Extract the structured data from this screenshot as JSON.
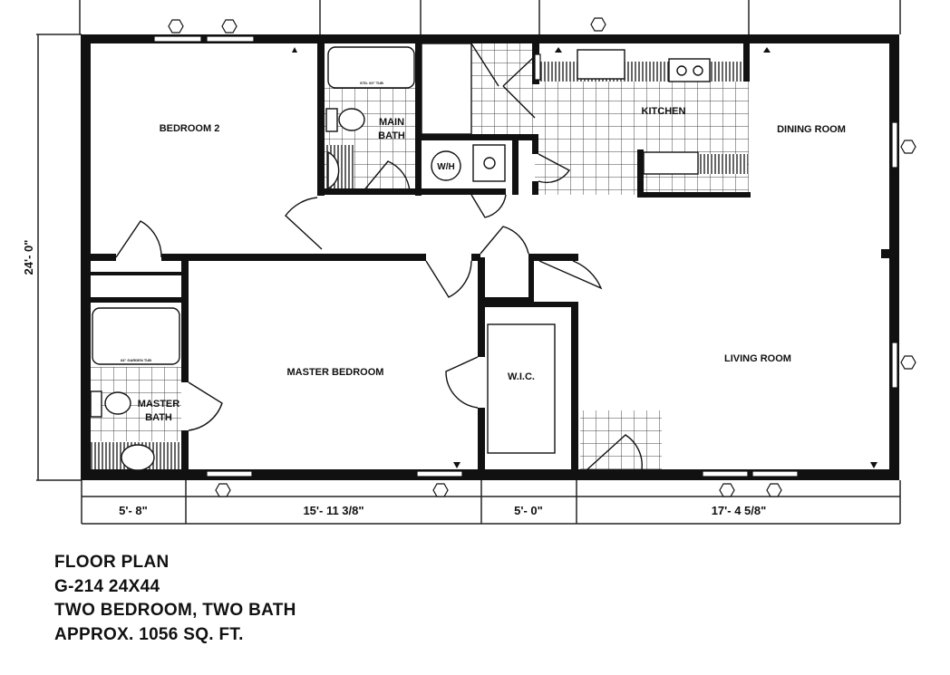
{
  "rooms": {
    "bedroom2": "BEDROOM 2",
    "main_bath_1": "MAIN",
    "main_bath_2": "BATH",
    "kitchen": "KITCHEN",
    "dining_room": "DINING ROOM",
    "master_bedroom": "MASTER BEDROOM",
    "master_bath_1": "MASTER",
    "master_bath_2": "BATH",
    "wic": "W.I.C.",
    "living_room": "LIVING ROOM",
    "water_heater": "W/H"
  },
  "fixtures": {
    "main_tub": "STD. 60\" TUB",
    "garden_tub": "64\" GARDEN TUB"
  },
  "dimensions": {
    "depth": "24'- 0\"",
    "bottom": [
      "5'- 8\"",
      "15'- 11 3/8\"",
      "5'- 0\"",
      "17'- 4 5/8\""
    ]
  },
  "caption": {
    "title": "FLOOR PLAN",
    "model": "G-214 24X44",
    "rooms": "TWO BEDROOM, TWO BATH",
    "area": "APPROX. 1056 SQ. FT."
  }
}
